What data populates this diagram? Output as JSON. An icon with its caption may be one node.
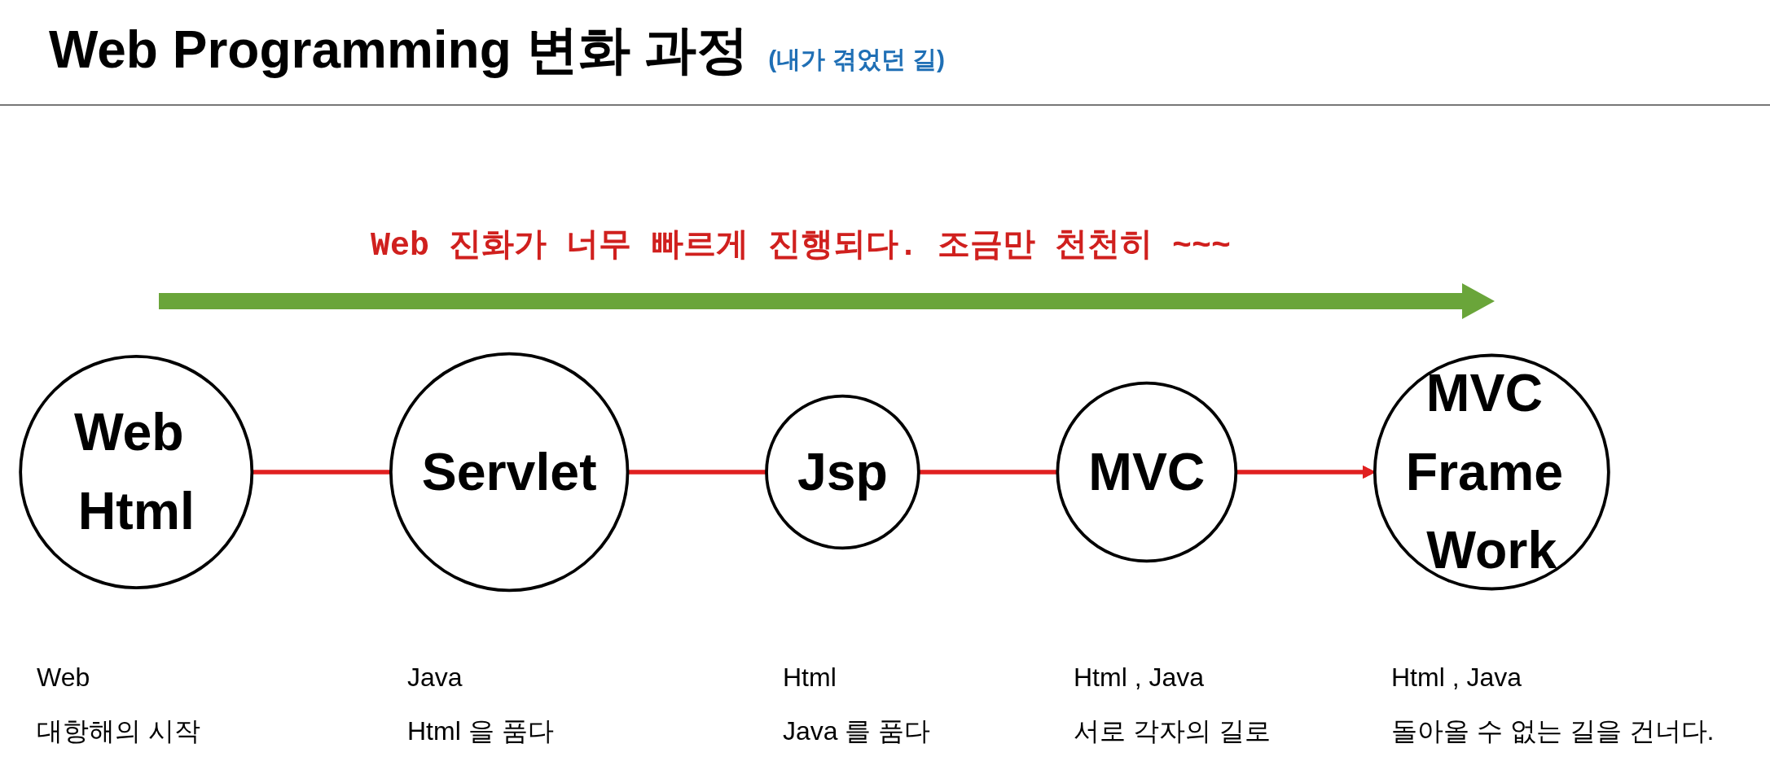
{
  "diagram": {
    "title": "Web Programming 변화 과정",
    "nodes": [
      {
        "text": [
          "Web Html"
        ],
        "beside": [
          "Web",
          "대항해의 시작"
        ]
      },
      {
        "text": [
          "Servlet"
        ],
        "beside": [
          "Java",
          "Html 을 품다"
        ]
      },
      {
        "text": [
          "Jsp"
        ],
        "beside": [
          "Html",
          "Java 를 품다"
        ]
      },
      {
        "text": [
          "MVC"
        ],
        "beside": [
          "Html , Java",
          "서로 각자의 길로"
        ]
      },
      {
        "text": [
          "MVC Frame Work"
        ],
        "beside": [
          "Html , Java",
          "돌아올 수 없는 길을 건너다."
        ]
      }
    ],
    "edges": [
      {
        "from": 0,
        "to": 1,
        "arrow": "none"
      },
      {
        "from": 1,
        "to": 2,
        "arrow": "none"
      },
      {
        "from": 2,
        "to": 3,
        "arrow": "none"
      },
      {
        "from": 3,
        "to": 4,
        "arrow": "to"
      }
    ],
    "labels": [
      "(내가 겪었던 길)",
      "Web 진화가 너무 빠르게 진행되다. 조금만 천천히 ~~~"
    ]
  }
}
